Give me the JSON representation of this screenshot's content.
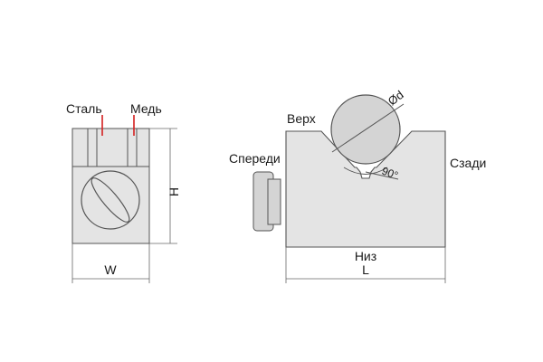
{
  "labels": {
    "steel": "Сталь",
    "copper": "Медь",
    "height": "H",
    "width": "W",
    "top": "Верх",
    "front": "Спереди",
    "back": "Сзади",
    "bottom": "Низ",
    "length": "L",
    "diameter": "Ød",
    "angle": "90°"
  },
  "colors": {
    "body_fill": "#e4e4e4",
    "dark_fill": "#d4d4d4",
    "outline": "#555555",
    "dim_line": "#666666",
    "pointer_red": "#d42020",
    "text": "#1a1a1a"
  }
}
